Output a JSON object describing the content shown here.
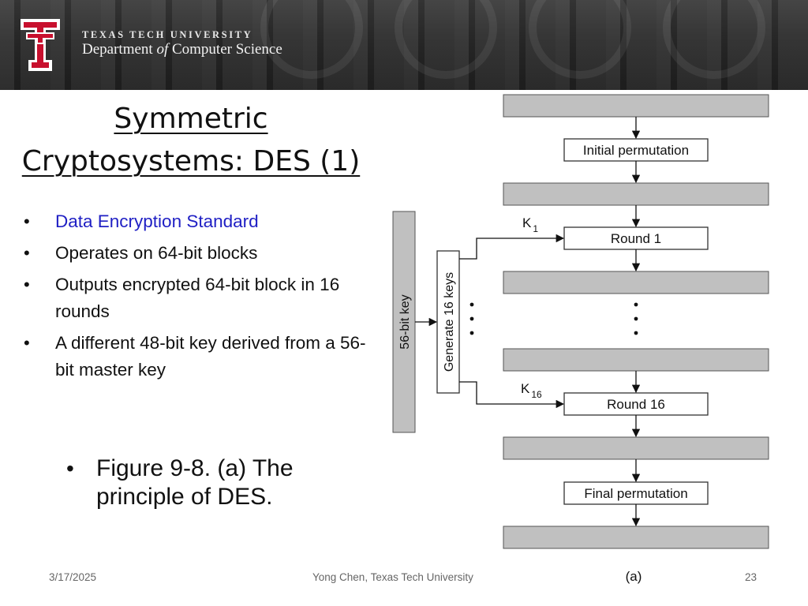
{
  "header": {
    "university": "TEXAS TECH UNIVERSITY",
    "department_pre": "Department ",
    "department_of": "of",
    "department_post": " Computer Science"
  },
  "slide": {
    "title_line1": "Symmetric",
    "title_line2": "Cryptosystems: DES (1)",
    "bullets": [
      "Data Encryption Standard",
      "Operates on 64-bit blocks",
      "Outputs encrypted 64-bit block in 16 rounds",
      "A different 48-bit key derived from a 56-bit master key"
    ],
    "caption": "Figure 9-8. (a) The principle of DES."
  },
  "figure": {
    "initial_permutation": "Initial permutation",
    "round1": "Round 1",
    "round16": "Round 16",
    "final_permutation": "Final permutation",
    "key_56": "56-bit key",
    "generate_keys": "Generate 16 keys",
    "k1_base": "K",
    "k1_sub": "1",
    "k16_base": "K",
    "k16_sub": "16",
    "label": "(a)"
  },
  "footer": {
    "date": "3/17/2025",
    "author": "Yong Chen, Texas Tech University",
    "page": "23"
  },
  "colors": {
    "banner": "#2e2e2e",
    "logo_red": "#c8102e",
    "bullet_highlight": "#1f1fc4",
    "figure_gray": "#c0c0c0"
  }
}
